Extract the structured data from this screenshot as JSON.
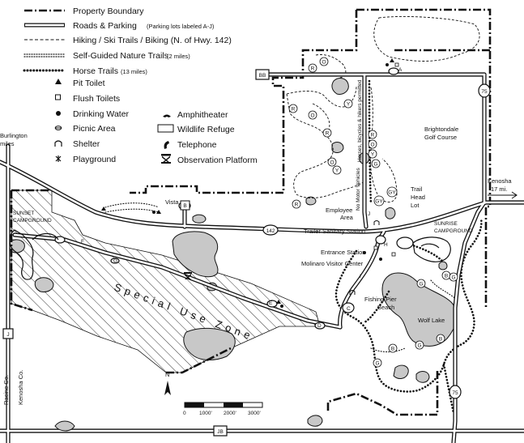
{
  "legend": {
    "property_boundary": "Property Boundary",
    "roads_parking": "Roads & Parking",
    "roads_parking_note": "(Parking lots labeled A-J)",
    "hiking_trails": "Hiking / Ski Trails / Biking (N. of Hwy. 142)",
    "nature_trails": "Self-Guided Nature Trails",
    "nature_trails_note": "(2 miles)",
    "horse_trails": "Horse Trails",
    "horse_trails_note": "(13 miles)",
    "pit_toilet": "Pit Toilet",
    "flush_toilets": "Flush Toilets",
    "drinking_water": "Drinking Water",
    "picnic_area": "Picnic Area",
    "shelter": "Shelter",
    "playground": "Playground",
    "amphitheater": "Amphitheater",
    "wildlife_refuge": "Wildlife Refuge",
    "telephone": "Telephone",
    "observation_platform": "Observation Platform"
  },
  "places": {
    "burlington": "Burlington",
    "burlington_miles": "miles",
    "sunset_campground_1": "SUNSET",
    "sunset_campground_2": "CAMPGROUND",
    "vista": "Vista",
    "special_use_zone": "Special Use Zone",
    "brightondale_1": "Brightondale",
    "brightondale_2": "Golf Course",
    "kenosha_1": "Kenosha",
    "kenosha_2": "17 mi.",
    "trail_head_1": "Trail",
    "trail_head_2": "Head",
    "trail_head_3": "Lot",
    "employee_area_1": "Employee",
    "employee_area_2": "Area",
    "trailer_sanitary": "Trailer Sanitary Station",
    "entrance_station": "Entrance Station",
    "molinaro": "Molinaro Visitor Center",
    "sunrise_1": "SUNRISE",
    "sunrise_2": "CAMPGROUND",
    "fishing_pier_1": "Fishing Pier",
    "fishing_pier_2": "Beach",
    "wolf_lake": "Wolf Lake",
    "racine_co": "Racine Co.",
    "kenosha_co": "Kenosha Co.",
    "horses_bicycles": "Horses, bicycles & hikers permitted",
    "no_motor_vehicles": "No Motor Vehicles"
  },
  "roads": {
    "bb": "BB",
    "hwy_142": "142",
    "hwy_75_north": "75",
    "hwy_75_south": "75",
    "j": "J",
    "jb": "JB"
  },
  "parking_lots": [
    "A",
    "B",
    "C",
    "D",
    "E",
    "F",
    "G",
    "H",
    "I",
    "J"
  ],
  "trail_markers": [
    "R",
    "O",
    "Y",
    "G",
    "B",
    "GY"
  ],
  "scale": {
    "labels": [
      "0",
      "1000'",
      "2000'",
      "3000'"
    ],
    "north": "N"
  },
  "colors": {
    "ink": "#111111",
    "lake_fill": "#c8c8c8",
    "refuge_hatch": "#222222",
    "background": "#ffffff"
  }
}
